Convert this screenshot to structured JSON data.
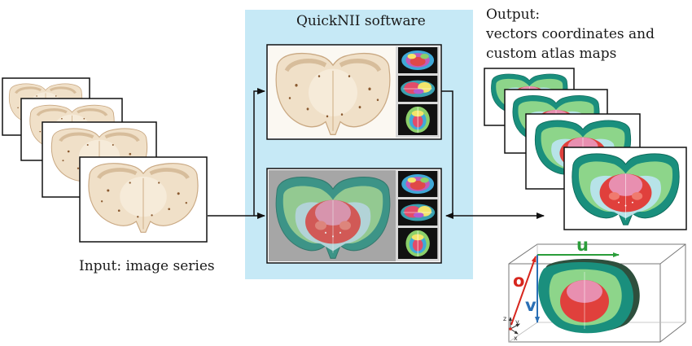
{
  "labels": {
    "software_title": "QuickNII software",
    "output_line1": "Output:",
    "output_line2": "vectors coordinates and",
    "output_line3": "custom atlas maps",
    "input_caption": "Input: image series"
  },
  "vector_labels": {
    "o": "o",
    "u": "u",
    "v": "v",
    "axis_z": "z",
    "axis_y": "y",
    "axis_x": "x"
  },
  "colors": {
    "software_panel": "#c6e9f6",
    "vector_o": "#d7261e",
    "vector_u": "#2a9d3a",
    "vector_v": "#2a6fb5",
    "atlas_teal": "#1a8f7d",
    "atlas_green": "#8dd58a",
    "atlas_pink": "#e88fb0",
    "atlas_red": "#e0403c"
  }
}
